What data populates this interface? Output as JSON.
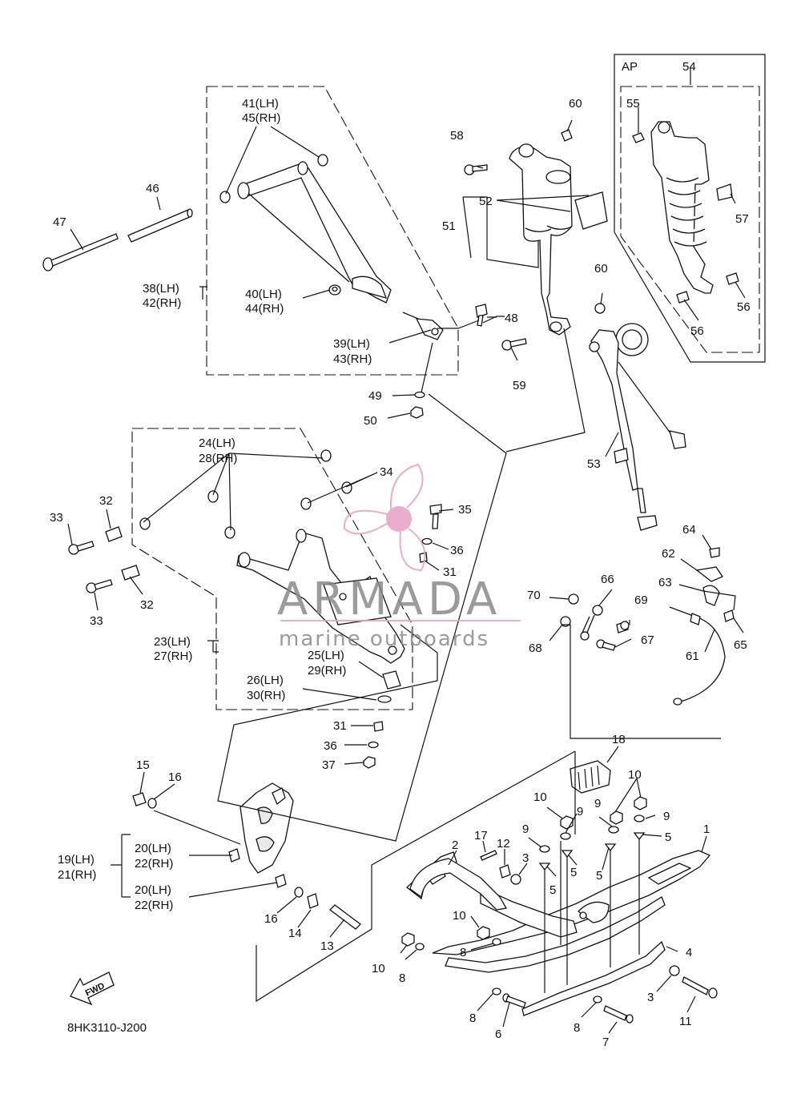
{
  "diagram_code": "8HK3110-J200",
  "fwd_label": "FWD",
  "ap_label": "AP",
  "watermark": {
    "brand": "ARMADA",
    "sub": "marine outboards",
    "color": "#e6a0c4"
  },
  "callouts": {
    "c1": "1",
    "c2": "2",
    "c3a": "3",
    "c3b": "3",
    "c4": "4",
    "c5a": "5",
    "c5b": "5",
    "c5c": "5",
    "c5d": "5",
    "c5e": "5",
    "c6": "6",
    "c7": "7",
    "c8a": "8",
    "c8b": "8",
    "c8c": "8",
    "c8d": "8",
    "c9a": "9",
    "c9b": "9",
    "c9c": "9",
    "c9d": "9",
    "c10a": "10",
    "c10b": "10",
    "c10c": "10",
    "c10d": "10",
    "c11": "11",
    "c12": "12",
    "c13": "13",
    "c14": "14",
    "c15": "15",
    "c16a": "16",
    "c16b": "16",
    "c17": "17",
    "c18": "18",
    "c19": "19(LH)",
    "c21": "21(RH)",
    "c20a": "20(LH)",
    "c22a": "22(RH)",
    "c20b": "20(LH)",
    "c22b": "22(RH)",
    "c23": "23(LH)",
    "c27": "27(RH)",
    "c24": "24(LH)",
    "c28": "28(RH)",
    "c25": "25(LH)",
    "c29": "29(RH)",
    "c26": "26(LH)",
    "c30": "30(RH)",
    "c31a": "31",
    "c31b": "31",
    "c32a": "32",
    "c32b": "32",
    "c33a": "33",
    "c33b": "33",
    "c34": "34",
    "c35": "35",
    "c36a": "36",
    "c36b": "36",
    "c37": "37",
    "c38": "38(LH)",
    "c42": "42(RH)",
    "c39": "39(LH)",
    "c43": "43(RH)",
    "c40": "40(LH)",
    "c44": "44(RH)",
    "c41": "41(LH)",
    "c45": "45(RH)",
    "c46": "46",
    "c47": "47",
    "c48": "48",
    "c49": "49",
    "c50": "50",
    "c51": "51",
    "c52": "52",
    "c53": "53",
    "c54": "54",
    "c55": "55",
    "c56a": "56",
    "c56b": "56",
    "c57": "57",
    "c58": "58",
    "c59": "59",
    "c60a": "60",
    "c60b": "60",
    "c61": "61",
    "c62": "62",
    "c63": "63",
    "c64": "64",
    "c65": "65",
    "c66": "66",
    "c67": "67",
    "c68": "68",
    "c69": "69",
    "c70": "70"
  }
}
